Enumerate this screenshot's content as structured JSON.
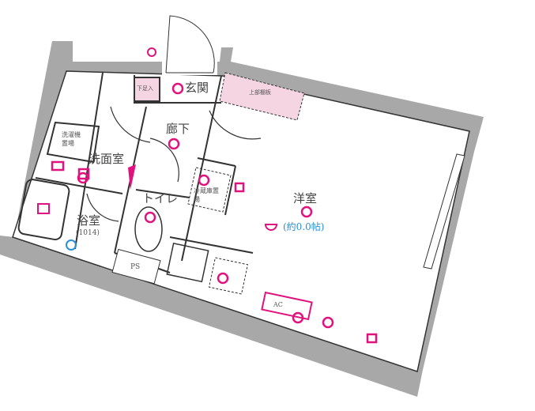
{
  "floorplan": {
    "rooms": {
      "entrance": "玄関",
      "hallway": "廊下",
      "washroom": "洗面室",
      "toilet": "トイレ",
      "bathroom": "浴室",
      "bathroom_size": "(1014)",
      "western_room": "洋室",
      "western_room_size": "(約0.0帖)",
      "pipe_space": "PS"
    },
    "fixtures": {
      "shoe_box": "下足入",
      "upper_shelf": "上部棚板",
      "washer_space": "洗濯機置場",
      "fridge_space": "冷蔵庫置場",
      "aircon": "AC"
    },
    "colors": {
      "wall": "#a8a8a8",
      "line": "#333333",
      "marker": "#e0137e",
      "shelf": "#f6d5e2",
      "blue": "#2a8fd6"
    }
  }
}
